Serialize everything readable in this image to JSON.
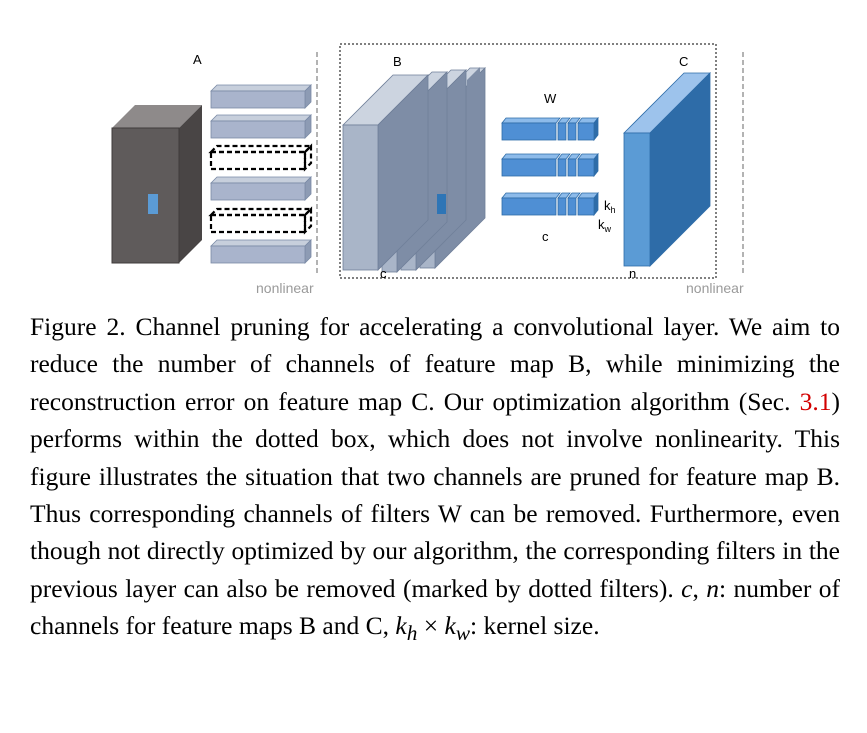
{
  "figure": {
    "labels": {
      "A": "A",
      "B": "B",
      "C": "C",
      "W": "W",
      "c_B": "c",
      "c_W": "c",
      "n": "n",
      "k": "k",
      "h": "h",
      "w": "w",
      "nonlinear_left": "nonlinear",
      "nonlinear_right": "nonlinear"
    },
    "colors": {
      "map_A": "#5f5b5b",
      "map_B": "#a9b5c8",
      "filters_prev": "#a9b4cc",
      "filters_W": "#4f8fd4",
      "map_C": "#5b9bd5",
      "nonlinear_text": "#9a9a9a"
    }
  },
  "caption": {
    "p1": "Figure 2. Channel pruning for accelerating a convolutional layer. We aim to reduce the number of channels of feature map B, while minimizing the reconstruction error on feature map C. Our optimization algorithm (Sec. ",
    "ref": "3.1",
    "p2": ") performs within the dotted box, which does not involve nonlinearity. This figure illustrates the situation that two channels are pruned for feature map B. Thus corresponding channels of filters W can be removed.  Furthermore, even though not directly optimized by our algorithm, the corresponding filters in the previous layer can also be removed (marked by dotted filters). ",
    "m_c": "c",
    "m_sep": ", ",
    "m_n": "n",
    "p3": ": number of channels for feature maps B and C, ",
    "m_k1": "k",
    "m_h": "h",
    "m_x": " × ",
    "m_k2": "k",
    "m_w": "w",
    "p4": ": kernel size."
  }
}
